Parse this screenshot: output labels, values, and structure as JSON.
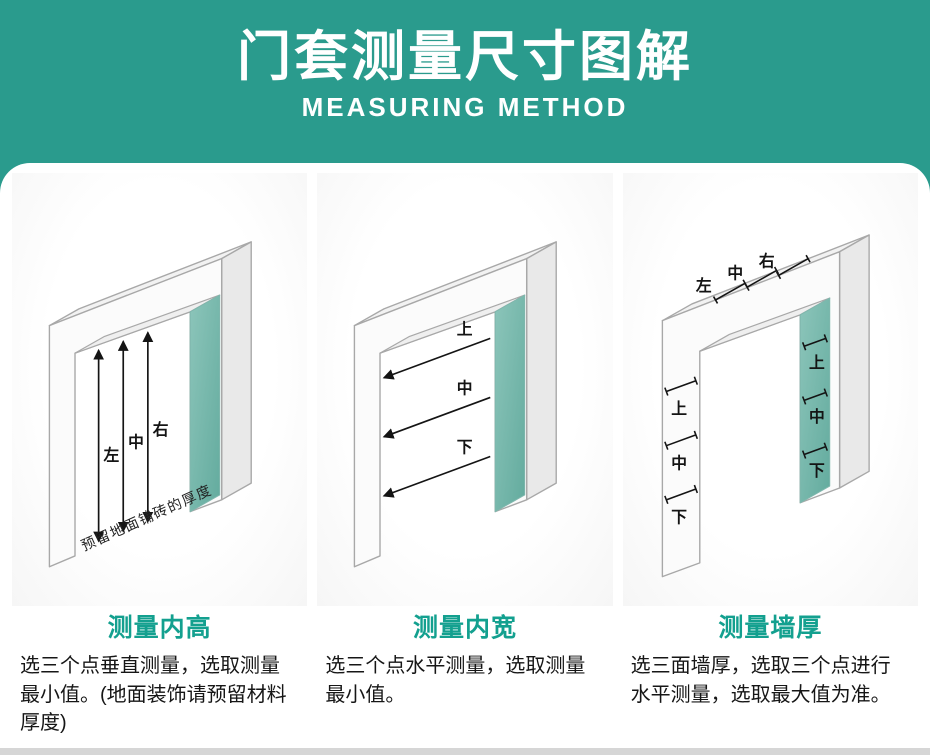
{
  "colors": {
    "banner": "#2a9b8d",
    "heading_accent": "#13a08f",
    "door_panel_teal": "#74b8ac",
    "line_gray": "#a8a8a8",
    "text": "#161616"
  },
  "header": {
    "title": "门套测量尺寸图解",
    "subtitle": "MEASURING METHOD"
  },
  "panels": [
    {
      "heading": "测量内高",
      "description": "选三个点垂直测量，选取测量最小值。(地面装饰请预留材料厚度)",
      "marks": [
        "左",
        "中",
        "右"
      ],
      "note": "预留地面铺砖的厚度"
    },
    {
      "heading": "测量内宽",
      "description": "选三个点水平测量，选取测量最小值。",
      "marks": [
        "上",
        "中",
        "下"
      ]
    },
    {
      "heading": "测量墙厚",
      "description": "选三面墙厚，选取三个点进行水平测量，选取最大值为准。",
      "top_marks": [
        "左",
        "中",
        "右"
      ],
      "left_marks": [
        "上",
        "中",
        "下"
      ],
      "panel_marks": [
        "上",
        "中",
        "下"
      ]
    }
  ]
}
